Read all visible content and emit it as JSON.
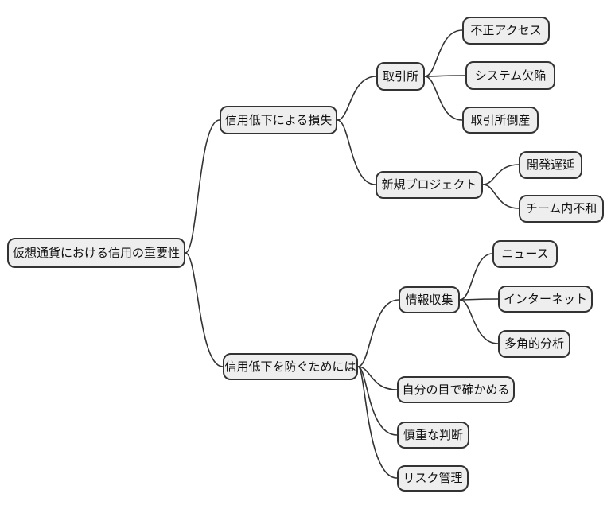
{
  "colors": {
    "background": "#ffffff",
    "node_fill": "#eeeeee",
    "node_border": "#333333",
    "edge": "#333333"
  },
  "mindmap": {
    "root": {
      "label": "仮想通貨における信用の重要性"
    },
    "branches": [
      {
        "label": "信用低下による損失",
        "children": [
          {
            "label": "取引所",
            "children": [
              {
                "label": "不正アクセス"
              },
              {
                "label": "システム欠陥"
              },
              {
                "label": "取引所倒産"
              }
            ]
          },
          {
            "label": "新規プロジェクト",
            "children": [
              {
                "label": "開発遅延"
              },
              {
                "label": "チーム内不和"
              }
            ]
          }
        ]
      },
      {
        "label": "信用低下を防ぐためには",
        "children": [
          {
            "label": "情報収集",
            "children": [
              {
                "label": "ニュース"
              },
              {
                "label": "インターネット"
              },
              {
                "label": "多角的分析"
              }
            ]
          },
          {
            "label": "自分の目で確かめる"
          },
          {
            "label": "慎重な判断"
          },
          {
            "label": "リスク管理"
          }
        ]
      }
    ]
  }
}
